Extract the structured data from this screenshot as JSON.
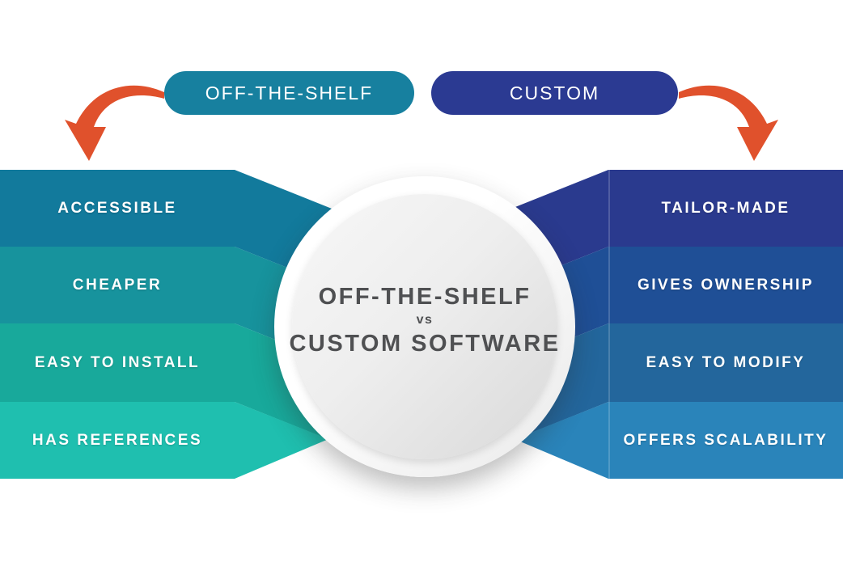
{
  "pills": {
    "off_the_shelf": {
      "label": "OFF-THE-SHELF",
      "color": "#17809f"
    },
    "custom": {
      "label": "CUSTOM",
      "color": "#2b3a92"
    }
  },
  "center_badge": {
    "line1": "OFF-THE-SHELF",
    "line2": "vs",
    "line3": "CUSTOM SOFTWARE",
    "text_color": "#4f5052"
  },
  "left_column": {
    "items": [
      {
        "label": "ACCESSIBLE",
        "color": "#127a9c"
      },
      {
        "label": "CHEAPER",
        "color": "#17939d"
      },
      {
        "label": "EASY TO INSTALL",
        "color": "#18a99b"
      },
      {
        "label": "HAS REFERENCES",
        "color": "#1fbfaf"
      }
    ]
  },
  "right_column": {
    "items": [
      {
        "label": "TAILOR-MADE",
        "color": "#2a3a8e"
      },
      {
        "label": "GIVES OWNERSHIP",
        "color": "#1f4f96"
      },
      {
        "label": "EASY TO MODIFY",
        "color": "#23669c"
      },
      {
        "label": "OFFERS SCALABILITY",
        "color": "#2a84ba"
      }
    ]
  },
  "arrows": {
    "color": "#e0512c"
  }
}
